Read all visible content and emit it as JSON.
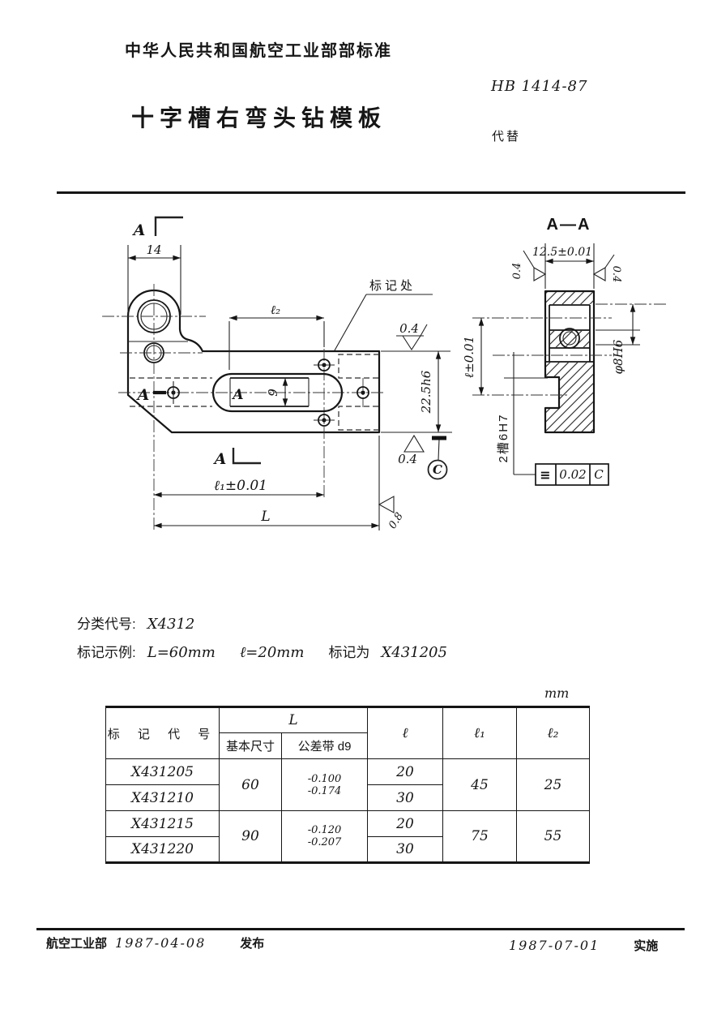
{
  "document": {
    "standard_body": "中华人民共和国航空工业部部标准",
    "standard_number": "HB 1414-87",
    "title": "十字槽右弯头钻模板",
    "supersedes_label": "代替"
  },
  "drawing": {
    "plan_view": {
      "section_mark_top": "A",
      "section_mark_left": "A",
      "section_mark_bottom": "A",
      "slot_letter": "A",
      "dim_boss_width": "14",
      "dim_slot_offset": "ℓ₂",
      "marking_note": "标记处",
      "roughness_top": "0.4",
      "dim_plate_height": "22.5h6",
      "roughness_bottom": "0.4",
      "datum_label": "C",
      "dim_slot_width": "9",
      "dim_l1": "ℓ₁±0.01",
      "dim_length": "L",
      "roughness_end": "0.8"
    },
    "section_view": {
      "label": "A—A",
      "dim_thickness": "12.5±0.01",
      "roughness_left": "0.4",
      "roughness_right": "0.4",
      "dim_l": "ℓ±0.01",
      "dim_bush_hole": "φ8H6",
      "slot_note": "2槽6H7",
      "tolerance_symbol": "≡",
      "tolerance_value": "0.02",
      "tolerance_datum": "C"
    }
  },
  "classification": {
    "label": "分类代号:",
    "code": "X4312",
    "example_label": "标记示例:",
    "example_L": "L=60mm",
    "example_l": "ℓ=20mm",
    "example_designation_label": "标记为",
    "example_designation": "X431205"
  },
  "table": {
    "unit": "mm",
    "header_code": "标 记 代 号",
    "header_L": "L",
    "header_L_basic": "基本尺寸",
    "header_L_tolerance": "公差带 d9",
    "header_l": "ℓ",
    "header_l1": "ℓ₁",
    "header_l2": "ℓ₂",
    "groups": [
      {
        "code_a": "X431205",
        "code_b": "X431210",
        "L_basic": "60",
        "tol_upper": "-0.100",
        "tol_lower": "-0.174",
        "l_a": "20",
        "l_b": "30",
        "l1": "45",
        "l2": "25"
      },
      {
        "code_a": "X431215",
        "code_b": "X431220",
        "L_basic": "90",
        "tol_upper": "-0.120",
        "tol_lower": "-0.207",
        "l_a": "20",
        "l_b": "30",
        "l1": "75",
        "l2": "55"
      }
    ]
  },
  "footer": {
    "issuer": "航空工业部",
    "publish_date": "1987-04-08",
    "publish_label": "发布",
    "implement_date": "1987-07-01",
    "implement_label": "实施"
  }
}
